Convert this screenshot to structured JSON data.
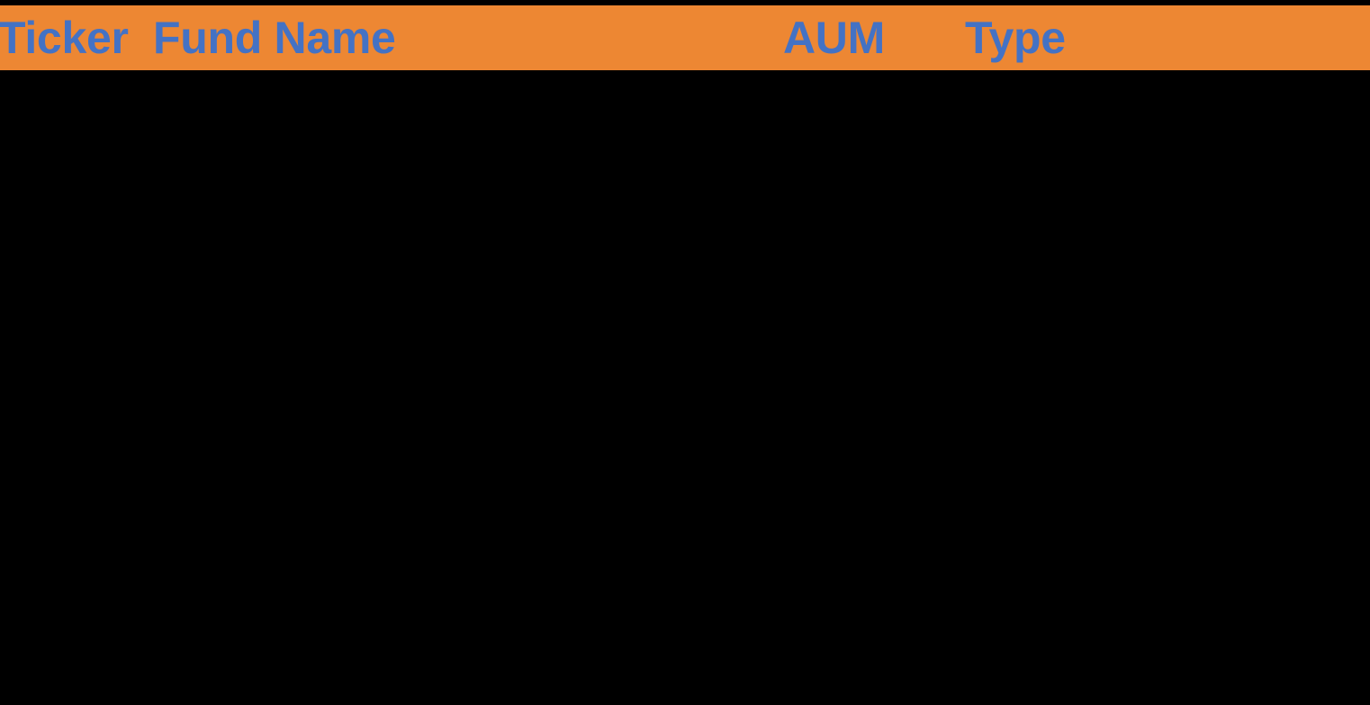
{
  "table": {
    "columns": [
      {
        "key": "ticker",
        "label": "Ticker"
      },
      {
        "key": "fund_name",
        "label": "Fund Name"
      },
      {
        "key": "aum",
        "label": "AUM"
      },
      {
        "key": "type",
        "label": "Type"
      }
    ],
    "rows": [],
    "body_text": ""
  },
  "colors": {
    "header_background": "#ED8733",
    "header_text": "#4472C4",
    "page_background": "#000000"
  }
}
